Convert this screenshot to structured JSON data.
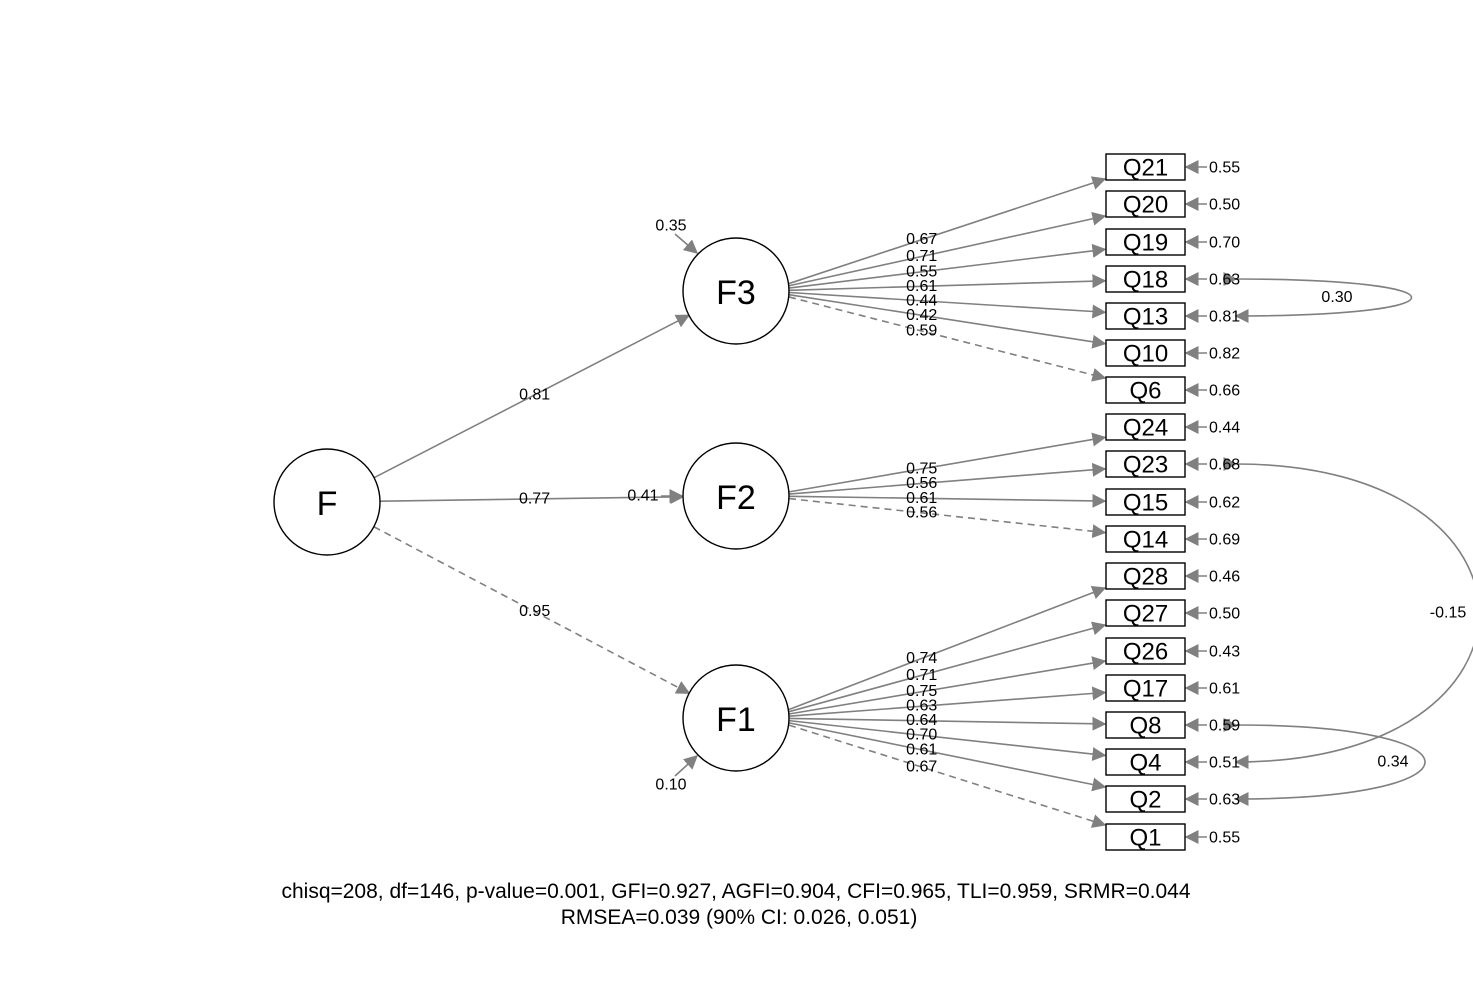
{
  "colors": {
    "path": "#808080",
    "node_stroke": "#000000",
    "background": "#ffffff"
  },
  "latents": [
    {
      "id": "F",
      "label": "F"
    },
    {
      "id": "F3",
      "label": "F3",
      "residual": "0.35"
    },
    {
      "id": "F2",
      "label": "F2",
      "residual": "0.41"
    },
    {
      "id": "F1",
      "label": "F1",
      "residual": "0.10"
    }
  ],
  "second_order_paths": [
    {
      "from": "F",
      "to": "F3",
      "coef": "0.81",
      "style": "solid"
    },
    {
      "from": "F",
      "to": "F2",
      "coef": "0.77",
      "style": "solid"
    },
    {
      "from": "F",
      "to": "F1",
      "coef": "0.95",
      "style": "dashed"
    }
  ],
  "indicators": [
    {
      "id": "Q21",
      "label": "Q21",
      "factor": "F3",
      "loading": "0.67",
      "residual": "0.55",
      "style": "solid"
    },
    {
      "id": "Q20",
      "label": "Q20",
      "factor": "F3",
      "loading": "0.71",
      "residual": "0.50",
      "style": "solid"
    },
    {
      "id": "Q19",
      "label": "Q19",
      "factor": "F3",
      "loading": "0.55",
      "residual": "0.70",
      "style": "solid"
    },
    {
      "id": "Q18",
      "label": "Q18",
      "factor": "F3",
      "loading": "0.61",
      "residual": "0.63",
      "style": "solid"
    },
    {
      "id": "Q13",
      "label": "Q13",
      "factor": "F3",
      "loading": "0.44",
      "residual": "0.81",
      "style": "solid"
    },
    {
      "id": "Q10",
      "label": "Q10",
      "factor": "F3",
      "loading": "0.42",
      "residual": "0.82",
      "style": "solid"
    },
    {
      "id": "Q6",
      "label": "Q6",
      "factor": "F3",
      "loading": "0.59",
      "residual": "0.66",
      "style": "dashed"
    },
    {
      "id": "Q24",
      "label": "Q24",
      "factor": "F2",
      "loading": "0.75",
      "residual": "0.44",
      "style": "solid"
    },
    {
      "id": "Q23",
      "label": "Q23",
      "factor": "F2",
      "loading": "0.56",
      "residual": "0.68",
      "style": "solid"
    },
    {
      "id": "Q15",
      "label": "Q15",
      "factor": "F2",
      "loading": "0.61",
      "residual": "0.62",
      "style": "solid"
    },
    {
      "id": "Q14",
      "label": "Q14",
      "factor": "F2",
      "loading": "0.56",
      "residual": "0.69",
      "style": "dashed"
    },
    {
      "id": "Q28",
      "label": "Q28",
      "factor": "F1",
      "loading": "0.74",
      "residual": "0.46",
      "style": "solid"
    },
    {
      "id": "Q27",
      "label": "Q27",
      "factor": "F1",
      "loading": "0.71",
      "residual": "0.50",
      "style": "solid"
    },
    {
      "id": "Q26",
      "label": "Q26",
      "factor": "F1",
      "loading": "0.75",
      "residual": "0.43",
      "style": "solid"
    },
    {
      "id": "Q17",
      "label": "Q17",
      "factor": "F1",
      "loading": "0.63",
      "residual": "0.61",
      "style": "solid"
    },
    {
      "id": "Q8",
      "label": "Q8",
      "factor": "F1",
      "loading": "0.64",
      "residual": "0.59",
      "style": "solid"
    },
    {
      "id": "Q4",
      "label": "Q4",
      "factor": "F1",
      "loading": "0.70",
      "residual": "0.51",
      "style": "solid"
    },
    {
      "id": "Q2",
      "label": "Q2",
      "factor": "F1",
      "loading": "0.61",
      "residual": "0.63",
      "style": "solid"
    },
    {
      "id": "Q1",
      "label": "Q1",
      "factor": "F1",
      "loading": "0.67",
      "residual": "0.55",
      "style": "dashed"
    }
  ],
  "covariances": [
    {
      "a": "Q18",
      "b": "Q13",
      "value": "0.30"
    },
    {
      "a": "Q23",
      "b": "Q4",
      "value": "-0.15"
    },
    {
      "a": "Q8",
      "b": "Q2",
      "value": "0.34"
    }
  ],
  "fit": {
    "line1": "chisq=208, df=146, p-value=0.001, GFI=0.927, AGFI=0.904, CFI=0.965, TLI=0.959, SRMR=0.044",
    "line2": "RMSEA=0.039 (90% CI: 0.026, 0.051)"
  }
}
